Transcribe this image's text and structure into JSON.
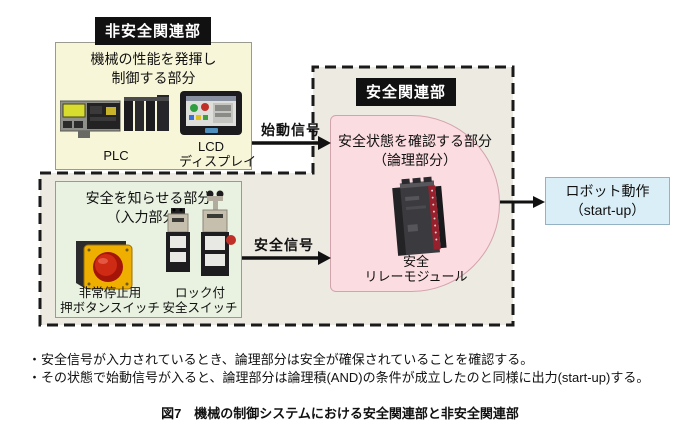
{
  "colors": {
    "header_label_bg": "#111111",
    "header_label_text": "#ffffff",
    "non_safety_box_bg": "#f8f6d8",
    "input_box_bg": "#e9f2e1",
    "logic_box_bg": "#fbdce0",
    "safety_region_bg": "#edeae1",
    "output_box_bg": "#daeef7",
    "dashed_border": "#1a1a1a",
    "arrow": "#111111"
  },
  "non_safety": {
    "label": "非安全関連部",
    "control_box": {
      "title_line1": "機械の性能を発揮し",
      "title_line2": "制御する部分",
      "plc_caption": "PLC",
      "lcd_caption_line1": "LCD",
      "lcd_caption_line2": "ディスプレイ"
    }
  },
  "safety": {
    "label": "安全関連部",
    "logic_box": {
      "title_line1": "安全状態を確認する部分",
      "title_line2": "（論理部分）",
      "module_caption_line1": "安全",
      "module_caption_line2": "リレーモジュール"
    },
    "input_box": {
      "title_line1": "安全を知らせる部分",
      "title_line2": "（入力部分）",
      "estop_caption_line1": "非常停止用",
      "estop_caption_line2": "押ボタンスイッチ",
      "lock_caption_line1": "ロック付",
      "lock_caption_line2": "安全スイッチ"
    }
  },
  "signals": {
    "start_signal": "始動信号",
    "safety_signal": "安全信号"
  },
  "output_box": {
    "line1": "ロボット動作",
    "line2": "（start-up）"
  },
  "notes": {
    "bullet1": "・安全信号が入力されているとき、論理部分は安全が確保されていることを確認する。",
    "bullet2": "・その状態で始動信号が入ると、論理部分は論理積(AND)の条件が成立したのと同様に出力(start-up)する。"
  },
  "caption": "図7　機械の制御システムにおける安全関連部と非安全関連部"
}
